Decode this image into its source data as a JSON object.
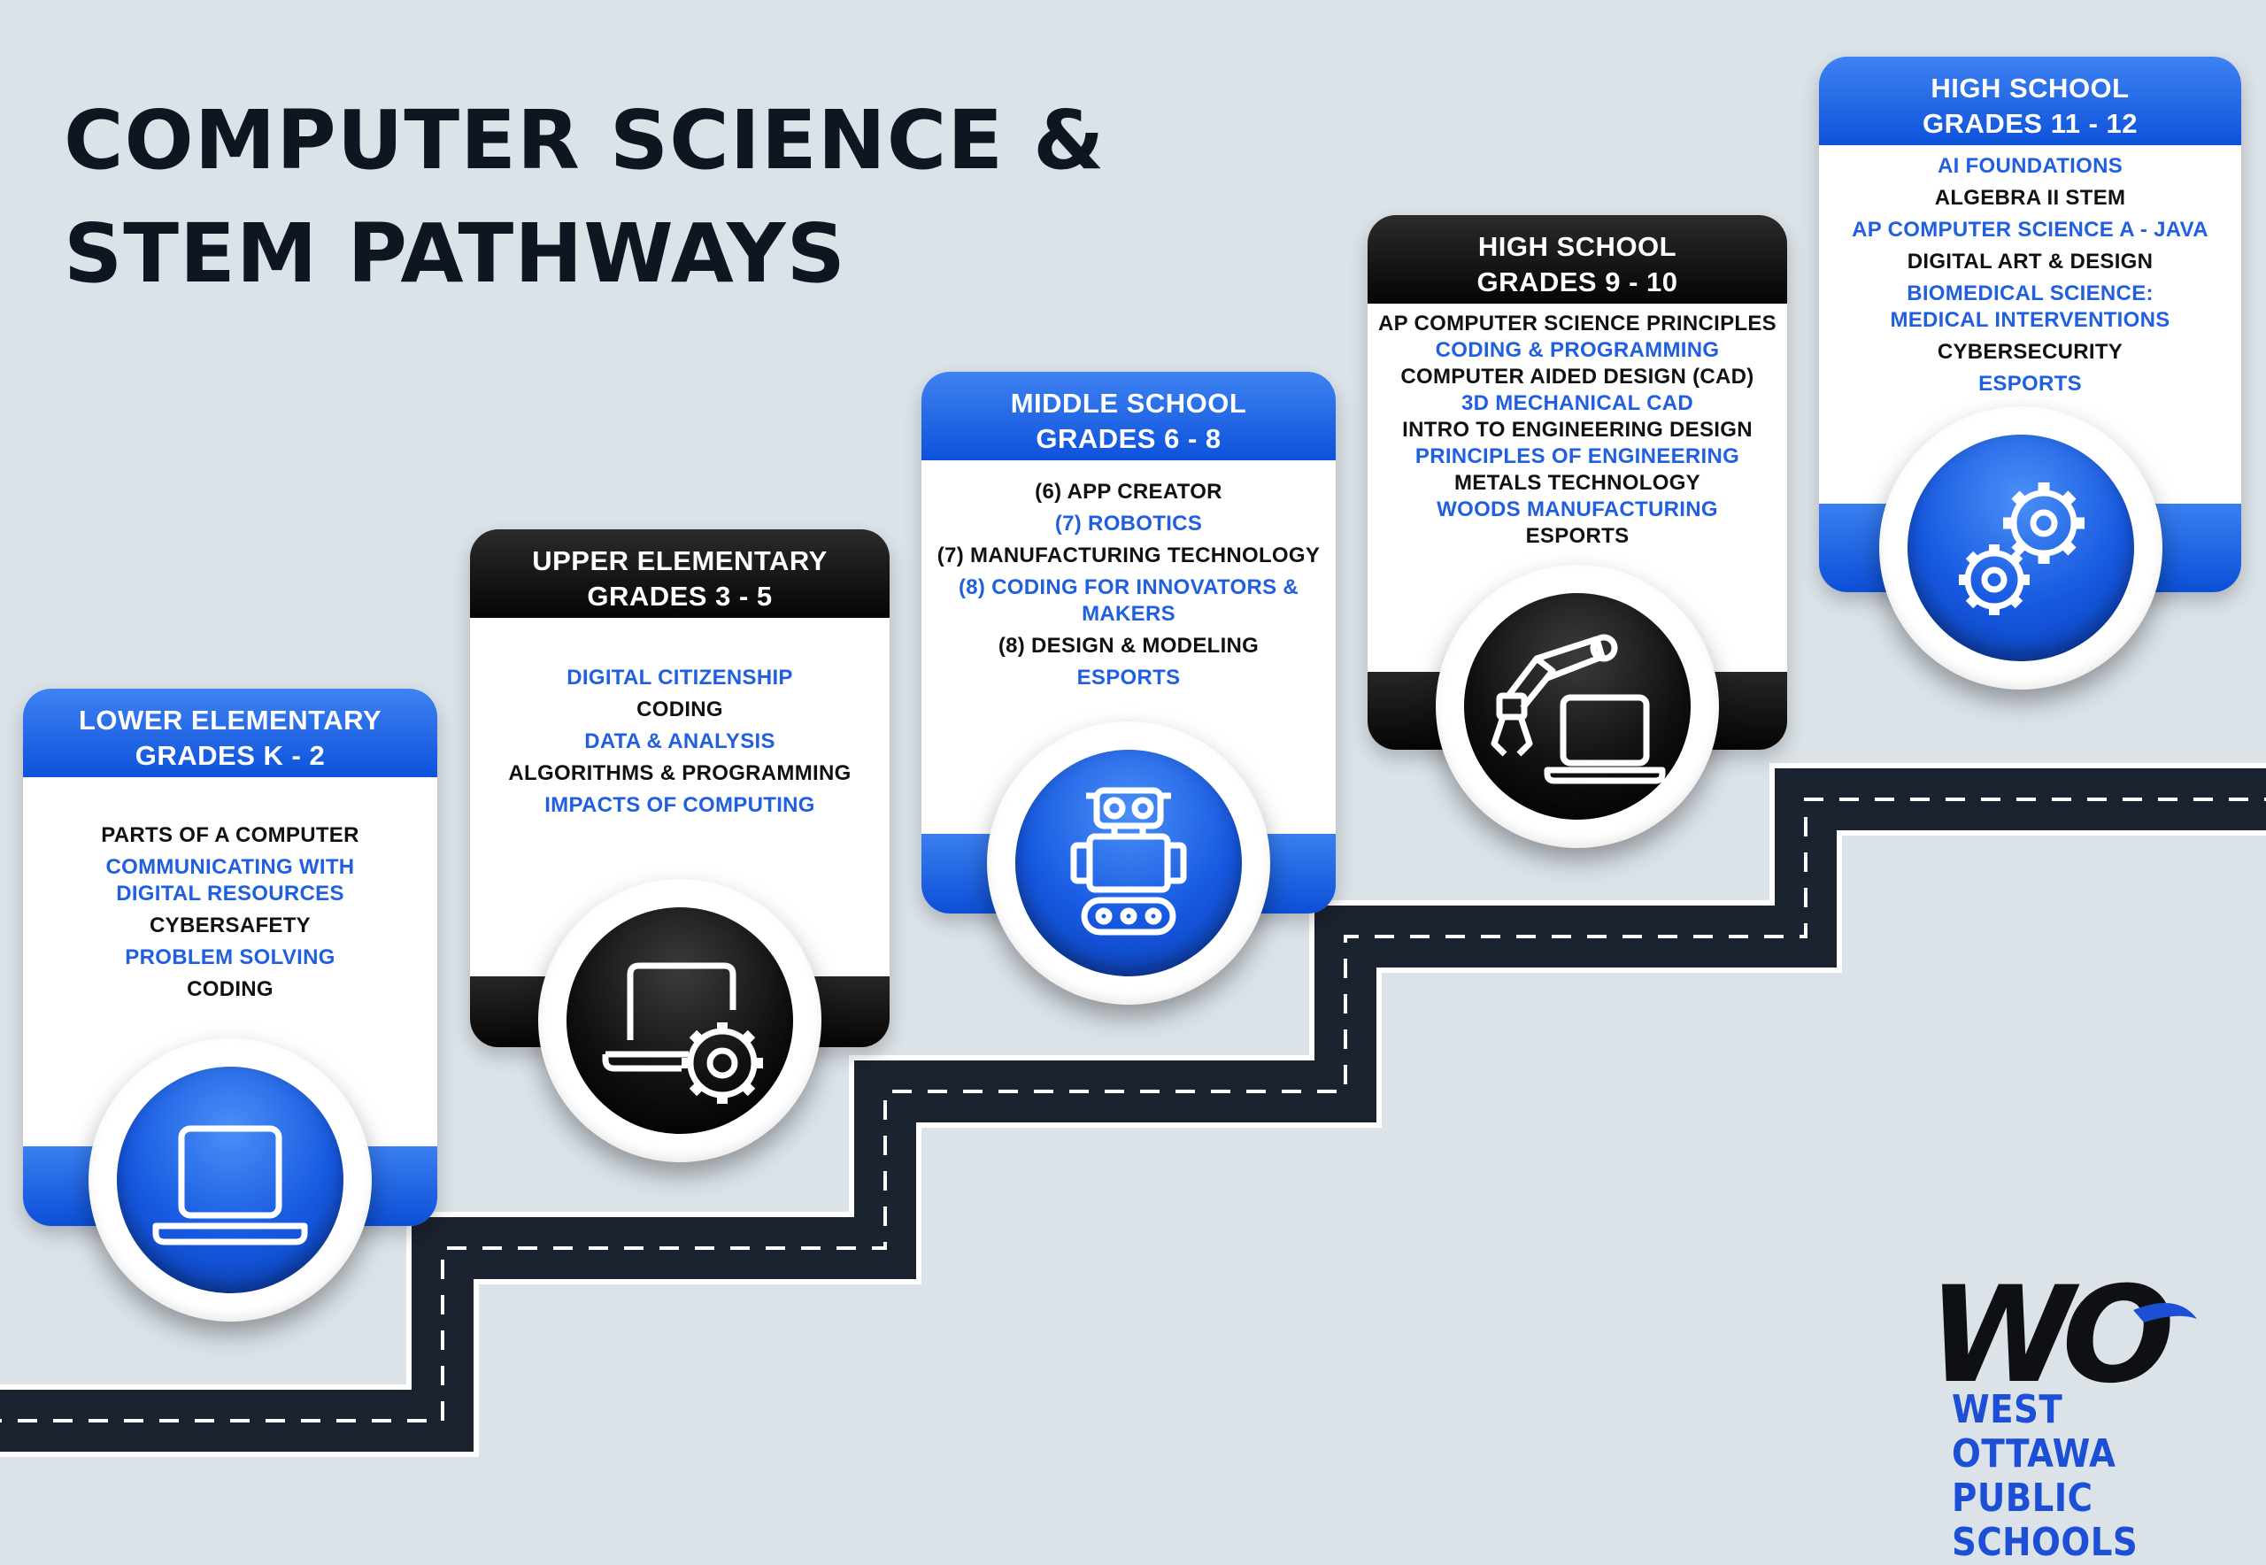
{
  "title": {
    "line1": "COMPUTER SCIENCE &",
    "line2": "STEM PATHWAYS"
  },
  "stages": [
    {
      "header_line1": "LOWER ELEMENTARY",
      "header_line2": "GRADES K - 2",
      "theme": "blue",
      "icon": "laptop-icon",
      "items": [
        {
          "text": "PARTS OF A COMPUTER",
          "color": "black"
        },
        {
          "text": "COMMUNICATING WITH DIGITAL RESOURCES",
          "color": "blue"
        },
        {
          "text": "CYBERSAFETY",
          "color": "black"
        },
        {
          "text": "PROBLEM SOLVING",
          "color": "blue"
        },
        {
          "text": "CODING",
          "color": "black"
        }
      ]
    },
    {
      "header_line1": "UPPER ELEMENTARY",
      "header_line2": "GRADES 3 - 5",
      "theme": "black",
      "icon": "laptop-gear-icon",
      "items": [
        {
          "text": "DIGITAL CITIZENSHIP",
          "color": "blue"
        },
        {
          "text": "CODING",
          "color": "black"
        },
        {
          "text": "DATA & ANALYSIS",
          "color": "blue"
        },
        {
          "text": "ALGORITHMS & PROGRAMMING",
          "color": "black"
        },
        {
          "text": "IMPACTS OF COMPUTING",
          "color": "blue"
        }
      ]
    },
    {
      "header_line1": "MIDDLE SCHOOL",
      "header_line2": "GRADES 6 - 8",
      "theme": "blue",
      "icon": "robot-icon",
      "items": [
        {
          "text": "(6) APP CREATOR",
          "color": "black"
        },
        {
          "text": "(7) ROBOTICS",
          "color": "blue"
        },
        {
          "text": "(7) MANUFACTURING TECHNOLOGY",
          "color": "black"
        },
        {
          "text": "(8) CODING FOR INNOVATORS & MAKERS",
          "color": "blue"
        },
        {
          "text": "(8) DESIGN & MODELING",
          "color": "black"
        },
        {
          "text": "ESPORTS",
          "color": "blue"
        }
      ]
    },
    {
      "header_line1": "HIGH SCHOOL",
      "header_line2": "GRADES 9 - 10",
      "theme": "black",
      "icon": "robotic-arm-laptop-icon",
      "items": [
        {
          "text": "AP COMPUTER SCIENCE PRINCIPLES",
          "color": "black"
        },
        {
          "text": "CODING & PROGRAMMING",
          "color": "blue"
        },
        {
          "text": "COMPUTER AIDED DESIGN (CAD)",
          "color": "black"
        },
        {
          "text": "3D MECHANICAL CAD",
          "color": "blue"
        },
        {
          "text": "INTRO TO ENGINEERING DESIGN",
          "color": "black"
        },
        {
          "text": "PRINCIPLES OF ENGINEERING",
          "color": "blue"
        },
        {
          "text": "METALS TECHNOLOGY",
          "color": "black"
        },
        {
          "text": "WOODS MANUFACTURING",
          "color": "blue"
        },
        {
          "text": "ESPORTS",
          "color": "black"
        }
      ]
    },
    {
      "header_line1": "HIGH SCHOOL",
      "header_line2": "GRADES 11 - 12",
      "theme": "blue",
      "icon": "gears-icon",
      "items": [
        {
          "text": "AI FOUNDATIONS",
          "color": "blue"
        },
        {
          "text": "ALGEBRA II STEM",
          "color": "black"
        },
        {
          "text": "AP COMPUTER SCIENCE A - JAVA",
          "color": "blue"
        },
        {
          "text": "DIGITAL ART & DESIGN",
          "color": "black"
        },
        {
          "text": "BIOMEDICAL SCIENCE: MEDICAL INTERVENTIONS",
          "color": "blue"
        },
        {
          "text": "CYBERSECURITY",
          "color": "black"
        },
        {
          "text": "ESPORTS",
          "color": "blue"
        }
      ]
    }
  ],
  "logo": {
    "monogram": "WO",
    "line1": "WEST OTTAWA",
    "line2": "PUBLIC SCHOOLS"
  },
  "colors": {
    "blue": "#1f5fe0",
    "black": "#111111",
    "background": "#dbe3e9"
  }
}
